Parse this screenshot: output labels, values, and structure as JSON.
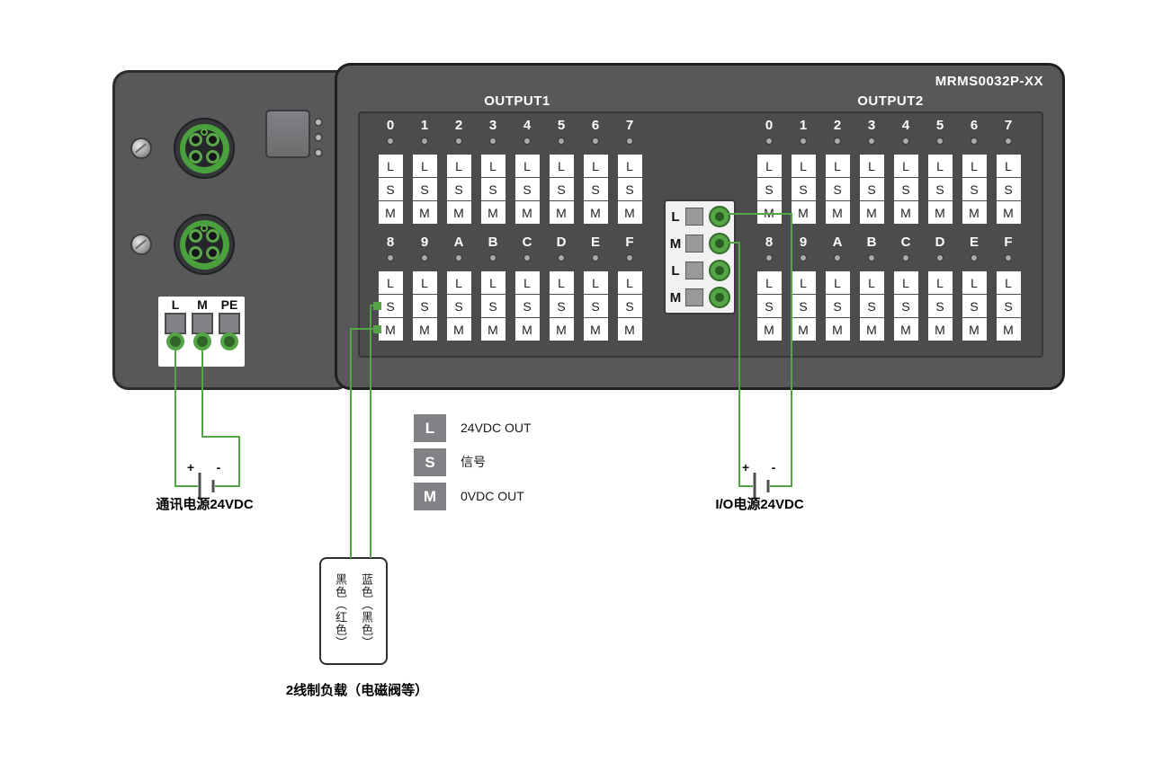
{
  "device": {
    "model": "MRMS0032P-XX",
    "outputs": [
      {
        "label": "OUTPUT1"
      },
      {
        "label": "OUTPUT2"
      }
    ],
    "row1_channels": [
      "0",
      "1",
      "2",
      "3",
      "4",
      "5",
      "6",
      "7"
    ],
    "row2_channels": [
      "8",
      "9",
      "A",
      "B",
      "C",
      "D",
      "E",
      "F"
    ],
    "terminal_letters": [
      "L",
      "S",
      "M"
    ],
    "power_terminal_labels": [
      "L",
      "M",
      "PE"
    ],
    "mid_connector_labels": [
      "L",
      "M",
      "L",
      "M"
    ]
  },
  "legend": [
    {
      "key": "L",
      "desc": "24VDC OUT"
    },
    {
      "key": "S",
      "desc": "信号"
    },
    {
      "key": "M",
      "desc": "0VDC OUT"
    }
  ],
  "annotations": {
    "comm_power_label": "通讯电源24VDC",
    "io_power_label": "I/O电源24VDC",
    "load_label": "2线制负载（电磁阀等）",
    "load_wire_left": "黑色（红色）",
    "load_wire_right": "蓝色（黑色）",
    "plus": "+",
    "minus": "-"
  },
  "colors": {
    "body_gray": "#57585A",
    "panel_gray": "#4B4C4E",
    "connector_green": "#4AA03C",
    "wire_green": "#55A546",
    "legend_gray": "#808285"
  }
}
